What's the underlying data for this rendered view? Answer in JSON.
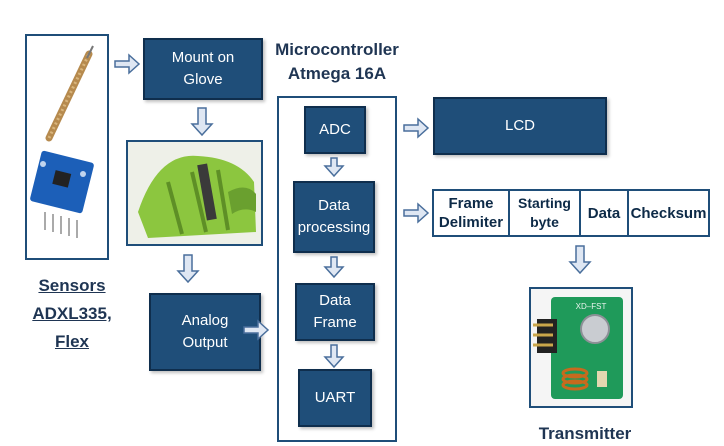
{
  "sensors": {
    "label_lines": [
      "Sensors",
      "ADXL335,",
      "Flex"
    ]
  },
  "blocks": {
    "mount": [
      "Mount on",
      "Glove"
    ],
    "analog": [
      "Analog",
      "Output"
    ],
    "adc": "ADC",
    "processing": [
      "Data",
      "processing"
    ],
    "frame": [
      "Data",
      "Frame"
    ],
    "uart": "UART",
    "lcd": "LCD"
  },
  "microcontroller": {
    "title_lines": [
      "Microcontroller",
      "Atmega 16A"
    ]
  },
  "packet": {
    "fields": [
      [
        "Frame",
        "Delimiter"
      ],
      [
        "Starting",
        "byte"
      ],
      [
        "Data"
      ],
      [
        "Checksum"
      ]
    ]
  },
  "transmitter": {
    "label": "Transmitter",
    "module_text": "XD–FST"
  },
  "colors": {
    "block_fill": "#1f4e79",
    "border": "#1f4e79",
    "arrow_fill": "#dfe7f3",
    "arrow_stroke": "#4a6f9c",
    "label_text": "#1f3553"
  }
}
